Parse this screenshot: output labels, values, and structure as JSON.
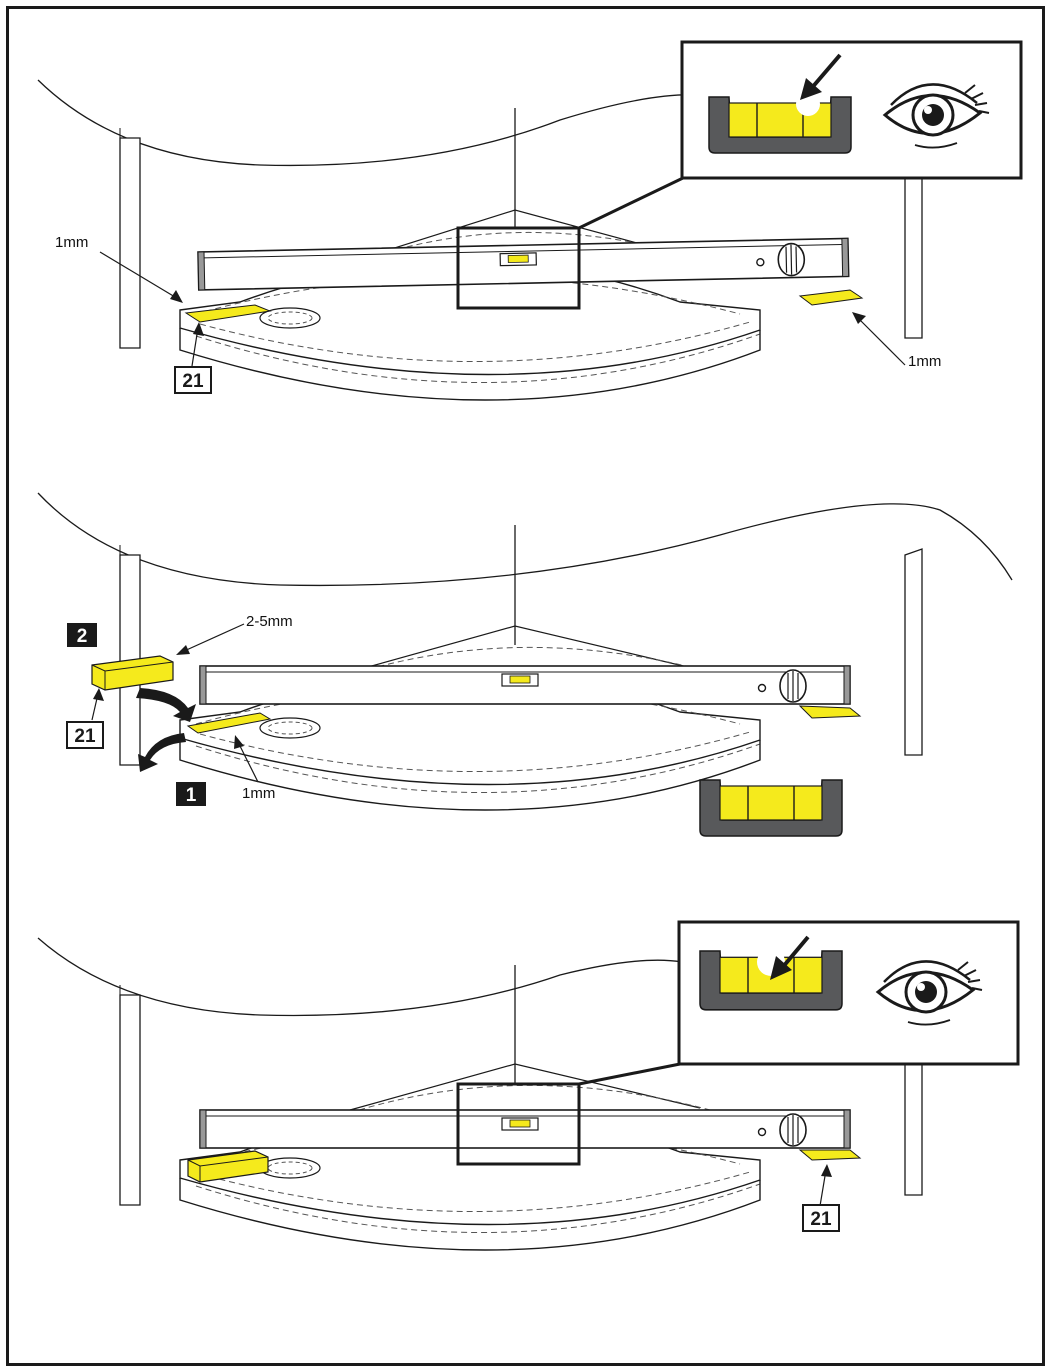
{
  "colors": {
    "wedge": "#f5ea1c",
    "wedge_edge": "#c9bd00",
    "bubble_window": "#58595b",
    "stroke": "#1a1a1a"
  },
  "panel1": {
    "label_left": "1mm",
    "label_right": "1mm",
    "part_tag": "21"
  },
  "panel2": {
    "step_2": "2",
    "step_1": "1",
    "label_top": "2-5mm",
    "label_bottom": "1mm",
    "part_tag": "21"
  },
  "panel3": {
    "part_tag": "21"
  },
  "icons": [
    "eye-icon",
    "spirit-level-bubble-icon",
    "arrow-icon"
  ]
}
